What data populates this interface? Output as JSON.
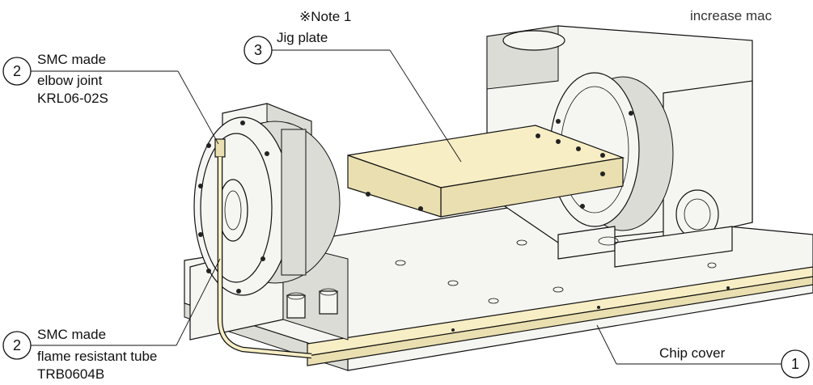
{
  "labels": {
    "top_right_fragment": "increase mac",
    "note": "※Note 1",
    "jig_plate": "Jig plate",
    "elbow_line1": "SMC made",
    "elbow_line2": "elbow joint",
    "elbow_line3": "KRL06-02S",
    "tube_line1": "SMC made",
    "tube_line2": "flame resistant tube",
    "tube_line3": "TRB0604B",
    "chip_cover": "Chip cover"
  },
  "callouts": {
    "jig_plate_num": "3",
    "elbow_num": "2",
    "tube_num": "2",
    "chip_cover_num": "1"
  },
  "colors": {
    "highlight": "#f8eec5",
    "line": "#111111",
    "background": "#ffffff"
  }
}
